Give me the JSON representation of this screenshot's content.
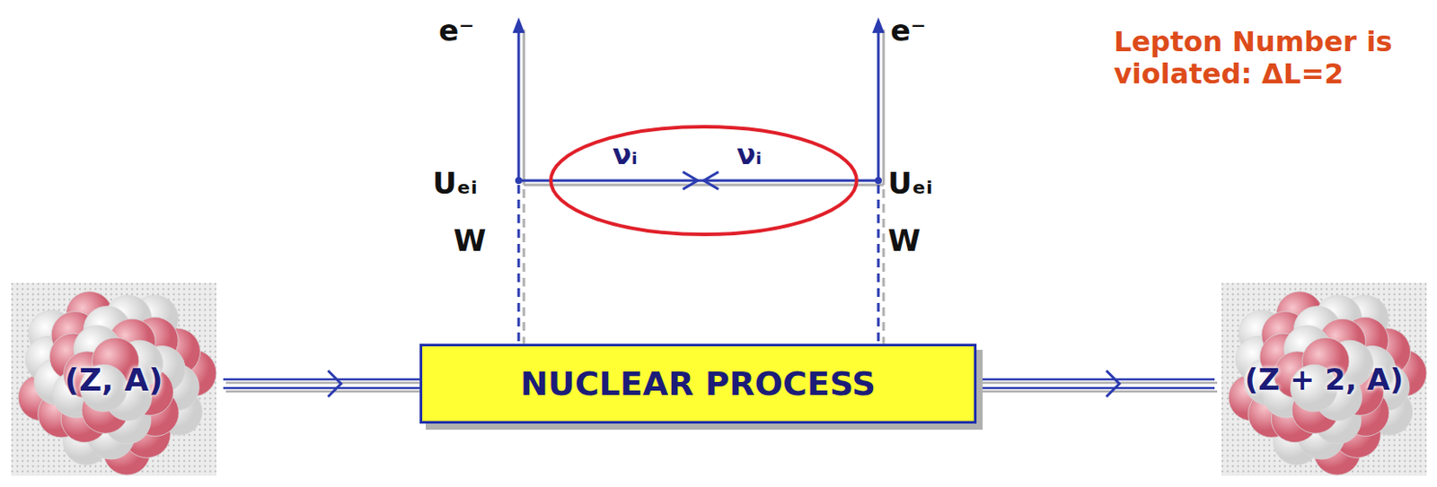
{
  "diagram": {
    "nodes": [
      {
        "text": [
          "(Z, A)"
        ]
      },
      {
        "text": [
          "NUCLEAR PROCESS"
        ]
      },
      {
        "text": [
          "(Z + 2, A)"
        ]
      }
    ],
    "edges": [
      {
        "from": 0,
        "to": 1,
        "arrow": "to"
      },
      {
        "from": 1,
        "to": 2,
        "arrow": "to"
      }
    ],
    "labels": [
      "e⁻",
      "e⁻",
      "Lepton Number is violated: ΔL=2",
      "νᵢ",
      "νᵢ",
      "Uₑᵢ",
      "Uₑᵢ",
      "W",
      "W"
    ]
  }
}
